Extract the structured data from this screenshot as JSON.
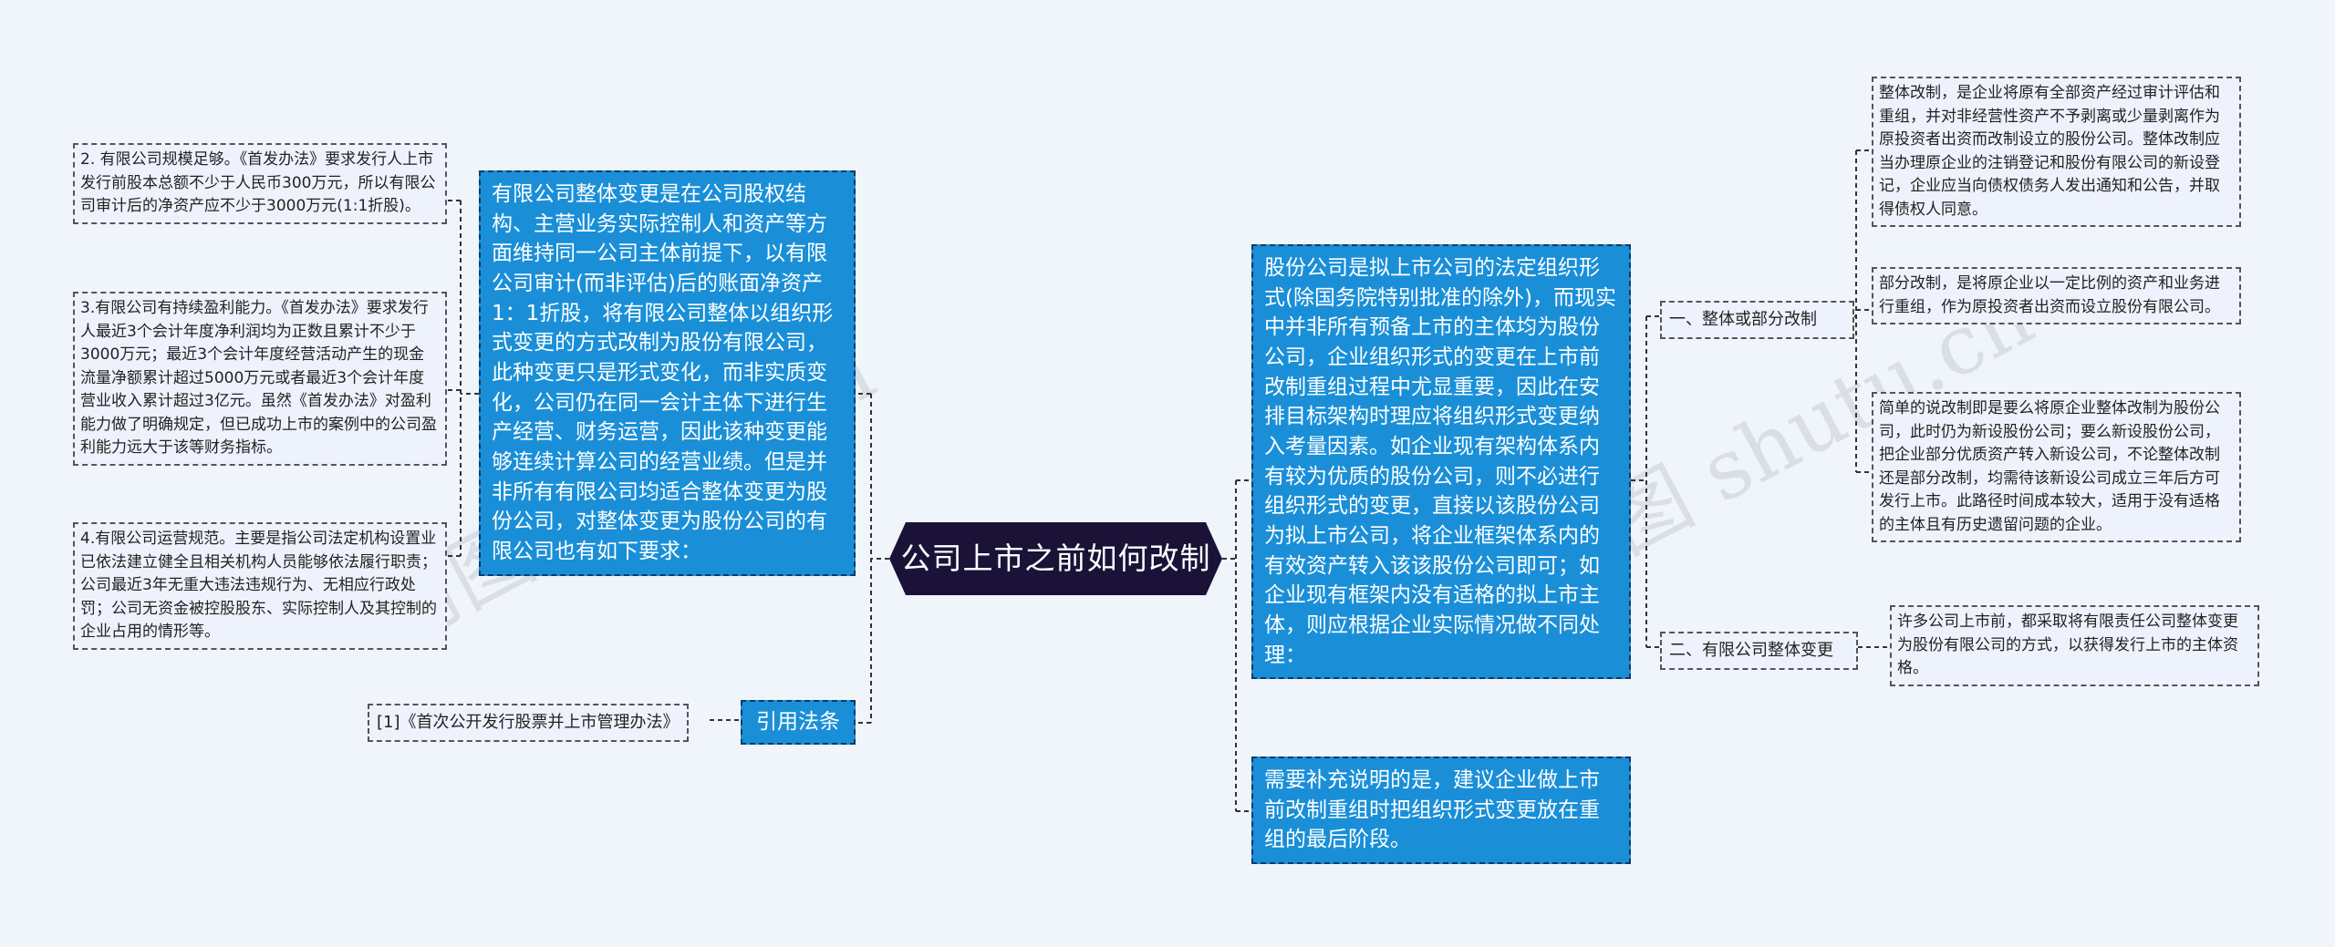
{
  "central_topic": "公司上市之前如何改制",
  "left": {
    "main_text": "有限公司整体变更是在公司股权结构、主营业务实际控制人和资产等方面维持同一公司主体前提下，以有限公司审计(而非评估)后的账面净资产1：1折股，将有限公司整体以组织形式变更的方式改制为股份有限公司，此种变更只是形式变化，而非实质变化，公司仍在同一会计主体下进行生产经营、财务运营，因此该种变更能够连续计算公司的经营业绩。但是并非所有有限公司均适合整体变更为股份公司，对整体变更为股份公司的有限公司也有如下要求：",
    "conditions": [
      "2. 有限公司规模足够。《首发办法》要求发行人上市发行前股本总额不少于人民币300万元，所以有限公司审计后的净资产应不少于3000万元(1:1折股)。",
      "3.有限公司有持续盈利能力。《首发办法》要求发行人最近3个会计年度净利润均为正数且累计不少于3000万元；最近3个会计年度经营活动产生的现金流量净额累计超过5000万元或者最近3个会计年度营业收入累计超过3亿元。虽然《首发办法》对盈利能力做了明确规定，但已成功上市的案例中的公司盈利能力远大于该等财务指标。",
      "4.有限公司运营规范。主要是指公司法定机构设置业已依法建立健全且相关机构人员能够依法履行职责；公司最近3年无重大违法违规行为、无相应行政处罚；公司无资金被控股股东、实际控制人及其控制的企业占用的情形等。"
    ],
    "citation_label": "引用法条",
    "citation_item": "[1]《首次公开发行股票并上市管理办法》"
  },
  "right": {
    "main_text": "股份公司是拟上市公司的法定组织形式(除国务院特别批准的除外)，而现实中并非所有预备上市的主体均为股份公司，企业组织形式的变更在上市前改制重组过程中尤显重要，因此在安排目标架构时理应将组织形式变更纳入考量因素。如企业现有架构体系内有较为优质的股份公司，则不必进行组织形式的变更，直接以该股份公司为拟上市公司，将企业框架体系内的有效资产转入该该股份公司即可；如企业现有框架内没有适格的拟上市主体，则应根据企业实际情况做不同处理：",
    "branch1_label": "一、整体或部分改制",
    "branch1_items": [
      "整体改制，是企业将原有全部资产经过审计评估和重组，并对非经营性资产不予剥离或少量剥离作为原投资者出资而改制设立的股份公司。整体改制应当办理原企业的注销登记和股份有限公司的新设登记，企业应当向债权债务人发出通知和公告，并取得债权人同意。",
      "部分改制，是将原企业以一定比例的资产和业务进行重组，作为原投资者出资而设立股份有限公司。",
      "简单的说改制即是要么将原企业整体改制为股份公司，此时仍为新设股份公司；要么新设股份公司，把企业部分优质资产转入新设公司，不论整体改制还是部分改制，均需待该新设公司成立三年后方可发行上市。此路径时间成本较大，适用于没有适格的主体且有历史遗留问题的企业。"
    ],
    "branch2_label": "二、有限公司整体变更",
    "branch2_item": "许多公司上市前，都采取将有限责任公司整体变更为股份有限公司的方式，以获得发行上市的主体资格。",
    "supplement": "需要补充说明的是，建议企业做上市前改制重组时把组织形式变更放在重组的最后阶段。"
  },
  "watermark": "树图 shutu.cn",
  "colors": {
    "background": "#f0f4fb",
    "blue_node": "#1a8fd8",
    "center_node": "#1b1238",
    "connector": "#333333"
  }
}
